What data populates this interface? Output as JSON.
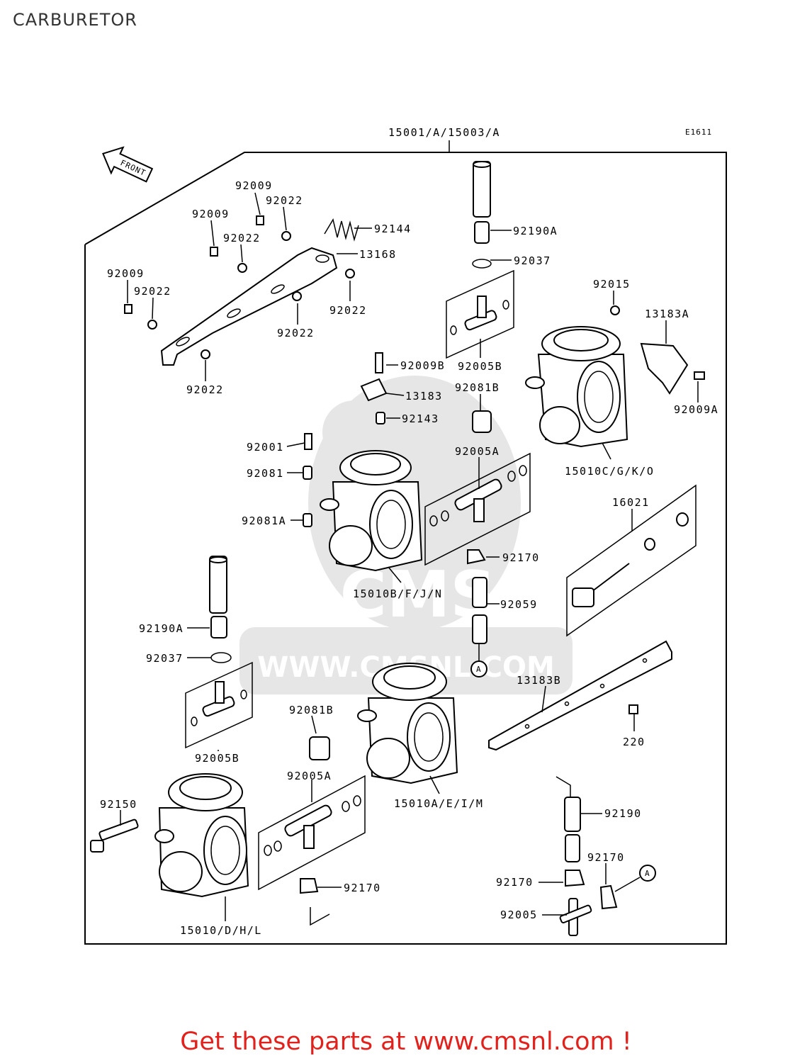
{
  "page": {
    "title": "CARBURETOR",
    "promo": "Get these parts at www.cmsnl.com !"
  },
  "diagram": {
    "ref_code": "E1611",
    "assembly_label": "15001/A/15003/A",
    "front_label": "FRONT",
    "watermark": {
      "brand": "CMS",
      "url": "WWW.CMSNL.COM"
    },
    "connector_tag": "A",
    "parts": {
      "p92009_a": "92009",
      "p92022_a": "92022",
      "p92009_b": "92009",
      "p92022_b": "92022",
      "p92144": "92144",
      "p13168": "13168",
      "p92009_c": "92009",
      "p92022_c": "92022",
      "p92022_d": "92022",
      "p92022_e": "92022",
      "p92022_f": "92022",
      "p92190A_top": "92190A",
      "p92037_top": "92037",
      "p92005B_top": "92005B",
      "p92015": "92015",
      "p13183A": "13183A",
      "p92009A": "92009A",
      "p92009B": "92009B",
      "p13183": "13183",
      "p92143": "92143",
      "p92081B_top": "92081B",
      "p92001": "92001",
      "p92081": "92081",
      "p92081A": "92081A",
      "p92005A_top": "92005A",
      "p15010CGKO": "15010C/G/K/O",
      "p16021": "16021",
      "p92170_mid": "92170",
      "p15010BFJN": "15010B/F/J/N",
      "p92059": "92059",
      "p92190A_left": "92190A",
      "p92037_left": "92037",
      "p13183B": "13183B",
      "p92081B_mid": "92081B",
      "p220": "220",
      "p92005B_left": "92005B",
      "p92005A_bot": "92005A",
      "p15010AEIM": "15010A/E/I/M",
      "p92150": "92150",
      "p92190": "92190",
      "p92170_right": "92170",
      "p92170_right2": "92170",
      "p92170_bot": "92170",
      "p92005": "92005",
      "p15010DHL": "15010/D/H/L"
    }
  }
}
